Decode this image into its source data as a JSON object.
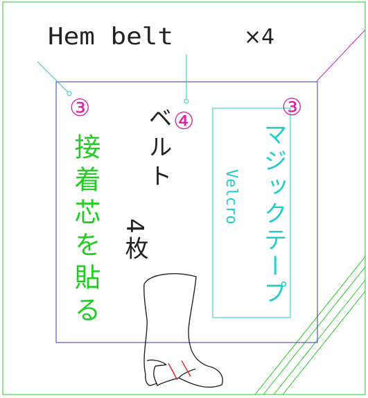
{
  "header": {
    "title": "Hem belt",
    "quantity": "×4"
  },
  "markers": {
    "left": "③",
    "center": "④",
    "right": "③"
  },
  "labels": {
    "interfacing_jp": "接着芯を貼る",
    "belt_jp": "ベルト",
    "belt_count_jp": "4枚",
    "velcro_jp": "マジックテープ",
    "velcro_en": "Velcro"
  },
  "colors": {
    "border_green": "#22cc22",
    "panel_blue": "#3333bb",
    "leader_cyan": "#22cccc",
    "leader_magenta": "#cc22cc",
    "marker_magenta": "#dd22aa",
    "text_dark": "#222222",
    "boot_red": "#dd2222"
  }
}
